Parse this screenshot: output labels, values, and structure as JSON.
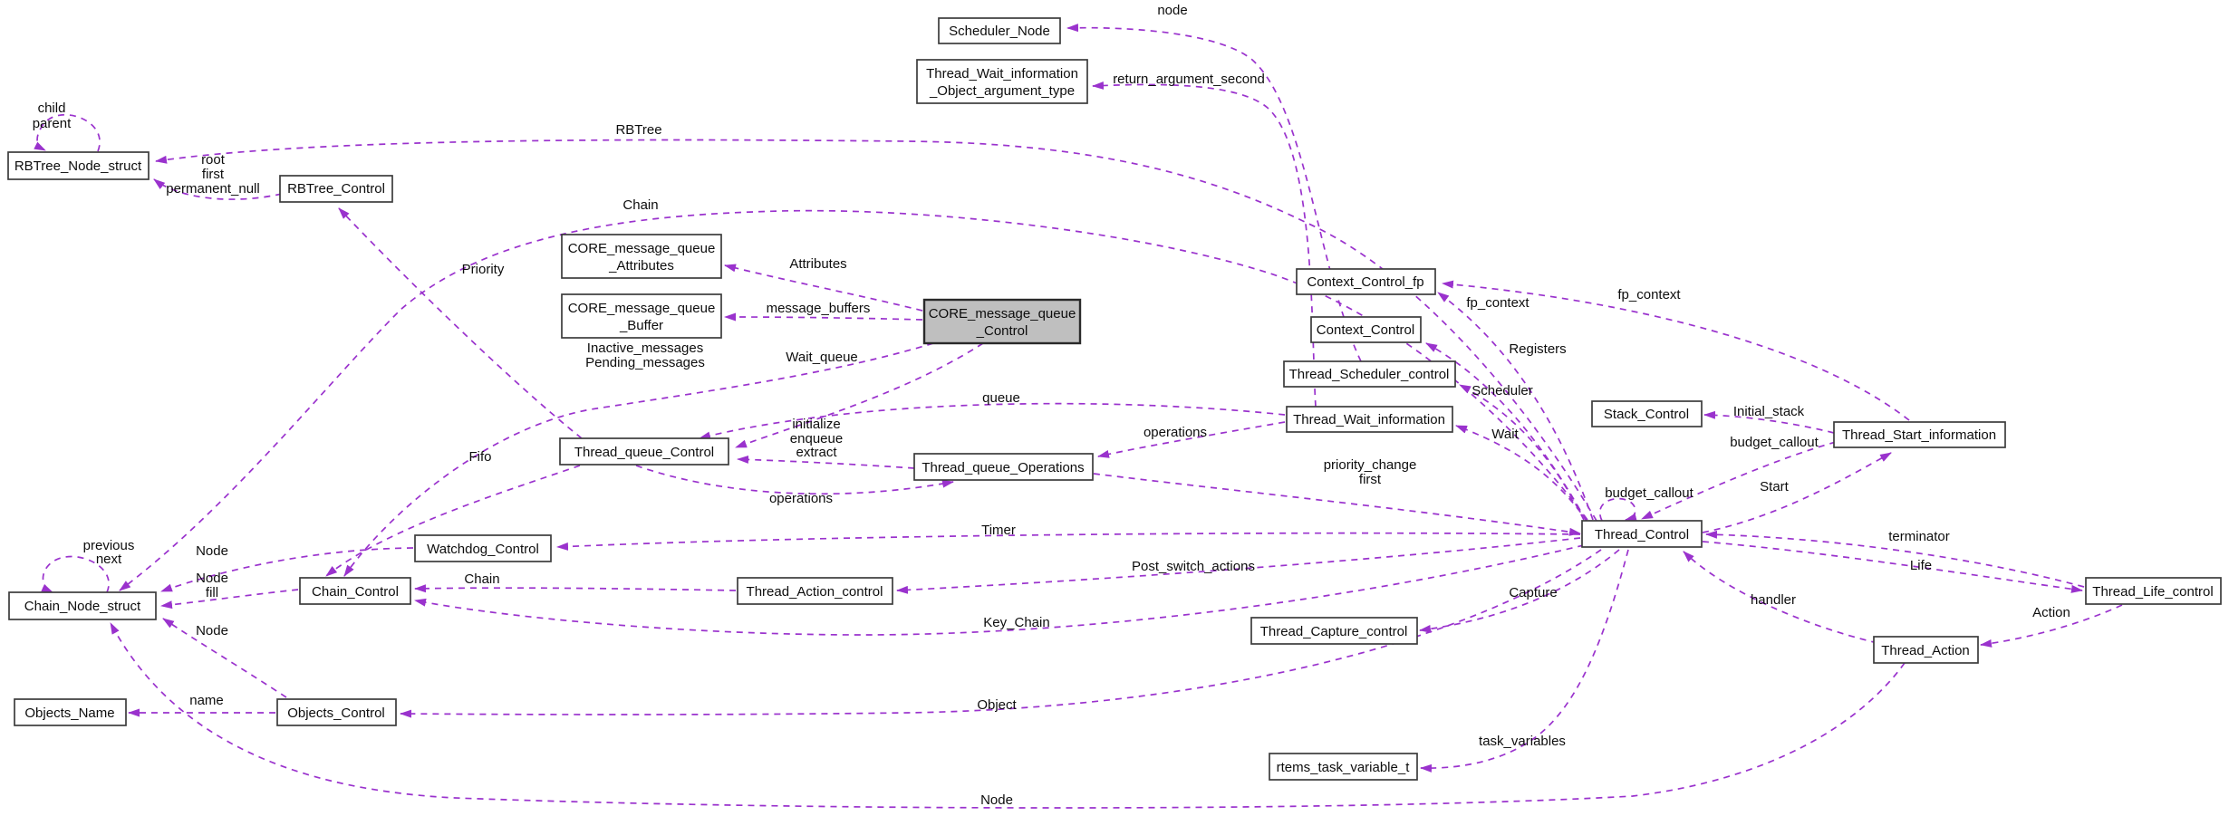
{
  "diagram_type": "collaboration-graph",
  "colors": {
    "edge": "#9a32cd",
    "box_border": "#3c3c3c",
    "box_fill": "#ffffff",
    "highlight_fill": "#bfbfbf",
    "background": "#ffffff",
    "text": "#0d0d0d"
  },
  "nodes": {
    "scheduler_node": {
      "label": "Scheduler_Node"
    },
    "thread_wait_information_object_argument_type": {
      "line1": "Thread_Wait_information",
      "line2": "_Object_argument_type"
    },
    "rbtree_node_struct": {
      "label": "RBTree_Node_struct"
    },
    "rbtree_control": {
      "label": "RBTree_Control"
    },
    "core_message_queue_attributes": {
      "line1": "CORE_message_queue",
      "line2": "_Attributes"
    },
    "core_message_queue_buffer": {
      "line1": "CORE_message_queue",
      "line2": "_Buffer"
    },
    "core_message_queue_control": {
      "line1": "CORE_message_queue",
      "line2": "_Control"
    },
    "context_control_fp": {
      "label": "Context_Control_fp"
    },
    "context_control": {
      "label": "Context_Control"
    },
    "thread_scheduler_control": {
      "label": "Thread_Scheduler_control"
    },
    "thread_wait_information": {
      "label": "Thread_Wait_information"
    },
    "stack_control": {
      "label": "Stack_Control"
    },
    "thread_start_information": {
      "label": "Thread_Start_information"
    },
    "thread_queue_control": {
      "label": "Thread_queue_Control"
    },
    "thread_queue_operations": {
      "label": "Thread_queue_Operations"
    },
    "thread_control": {
      "label": "Thread_Control"
    },
    "watchdog_control": {
      "label": "Watchdog_Control"
    },
    "chain_control": {
      "label": "Chain_Control"
    },
    "thread_action_control": {
      "label": "Thread_Action_control"
    },
    "thread_life_control": {
      "label": "Thread_Life_control"
    },
    "chain_node_struct": {
      "label": "Chain_Node_struct"
    },
    "thread_capture_control": {
      "label": "Thread_Capture_control"
    },
    "thread_action": {
      "label": "Thread_Action"
    },
    "objects_name": {
      "label": "Objects_Name"
    },
    "objects_control": {
      "label": "Objects_Control"
    },
    "rtems_task_variable_t": {
      "label": "rtems_task_variable_t"
    }
  },
  "edge_labels": {
    "node": "node",
    "return_argument_second": "return_argument_second",
    "child": "child",
    "parent": "parent",
    "root": "root",
    "first": "first",
    "permanent_null": "permanent_null",
    "rbtree": "RBTree",
    "chain_top": "Chain",
    "priority": "Priority",
    "attributes": "Attributes",
    "message_buffers": "message_buffers",
    "inactive_messages": "Inactive_messages",
    "pending_messages": "Pending_messages",
    "wait_queue": "Wait_queue",
    "queue": "queue",
    "initialize": "initialize",
    "enqueue": "enqueue",
    "extract": "extract",
    "operations_upper": "operations",
    "operations_lower": "operations",
    "priority_change": "priority_change",
    "first_fn": "first",
    "fifo": "Fifo",
    "fp_context_left": "fp_context",
    "fp_context_right": "fp_context",
    "registers": "Registers",
    "scheduler": "Scheduler",
    "wait": "Wait",
    "initial_stack": "Initial_stack",
    "budget_callout_upper": "budget_callout",
    "budget_callout_lower": "budget_callout",
    "start": "Start",
    "terminator": "terminator",
    "life": "Life",
    "action": "Action",
    "handler": "handler",
    "post_switch_actions": "Post_switch_actions",
    "capture": "Capture",
    "chain_mid": "Chain",
    "key_chain": "Key_Chain",
    "object": "Object",
    "name": "name",
    "task_variables": "task_variables",
    "node_bottom": "Node",
    "node_watchdog": "Node",
    "node_chain": "Node",
    "fill": "fill",
    "node_objects": "Node",
    "previous": "previous",
    "next": "next",
    "timer": "Timer"
  }
}
